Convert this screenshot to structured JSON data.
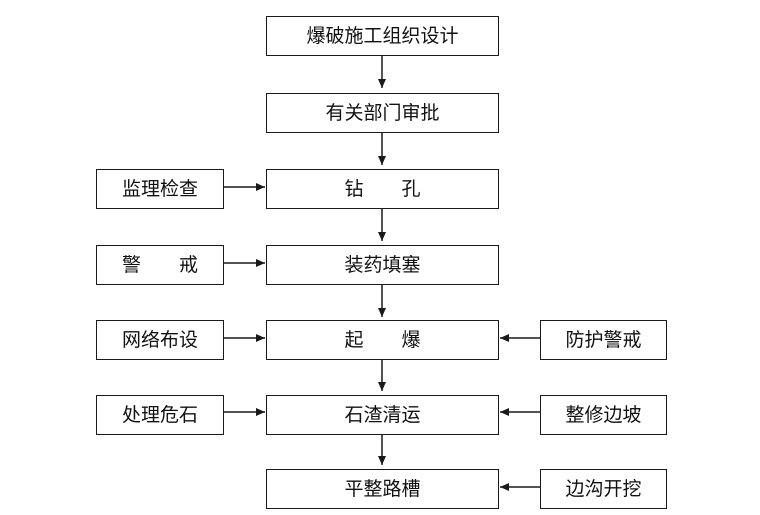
{
  "flowchart": {
    "main_steps": [
      "爆破施工组织设计",
      "有关部门审批",
      "钻　　孔",
      "装药填塞",
      "起　　爆",
      "石渣清运",
      "平整路槽"
    ],
    "left_inputs": {
      "drilling": "监理检查",
      "charging": "警　　戒",
      "blasting": "网络布设",
      "clearing": "处理危石"
    },
    "right_inputs": {
      "blasting": "防护警戒",
      "clearing": "整修边坡",
      "grading": "边沟开挖"
    }
  },
  "colors": {
    "line": "#1a1a1a",
    "text": "#111111",
    "background": "#ffffff"
  }
}
